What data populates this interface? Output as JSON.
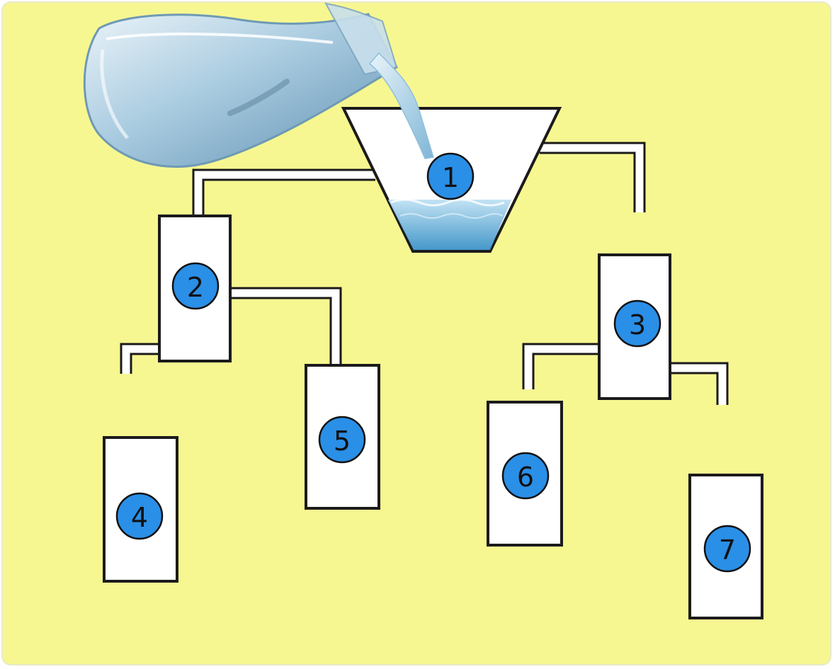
{
  "puzzle": {
    "background_color": "#f7f791",
    "container_fill": "#ffffff",
    "badge_color": "#2a8fe6",
    "water_color": "#4aa3d6",
    "containers": [
      {
        "id": "funnel",
        "label": "1"
      },
      {
        "id": "tank-2",
        "label": "2"
      },
      {
        "id": "tank-3",
        "label": "3"
      },
      {
        "id": "glass-4",
        "label": "4"
      },
      {
        "id": "glass-5",
        "label": "5"
      },
      {
        "id": "glass-6",
        "label": "6"
      },
      {
        "id": "glass-7",
        "label": "7"
      }
    ]
  }
}
